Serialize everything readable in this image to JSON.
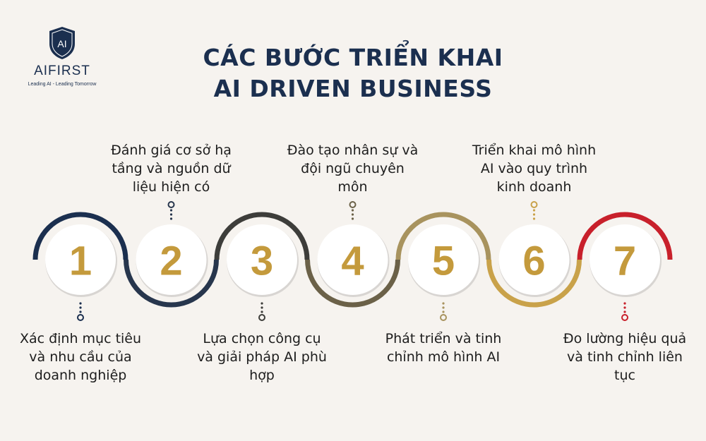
{
  "brand": {
    "name": "AIFIRST",
    "emblem_text": "AI",
    "tagline": "Leading AI - Leading Tomorrow"
  },
  "title": {
    "line1": "CÁC BƯỚC TRIỂN KHAI",
    "line2": "AI DRIVEN BUSINESS"
  },
  "colors": {
    "navy": "#1b2f4f",
    "gold": "#c49a3c",
    "red": "#c8202b",
    "background": "#f6f3ef"
  },
  "steps": [
    {
      "number": "1",
      "label": "Xác định mục tiêu và nhu cầu của doanh nghiệp",
      "label_position": "below",
      "ring_color": "#1b2f4f",
      "arc_side": "top"
    },
    {
      "number": "2",
      "label": "Đánh giá cơ sở hạ tầng và nguồn dữ liệu hiện có",
      "label_position": "above",
      "ring_color": "#27364d",
      "arc_side": "bottom"
    },
    {
      "number": "3",
      "label": "Lựa chọn công cụ và giải pháp AI phù hợp",
      "label_position": "below",
      "ring_color": "#3d3d3a",
      "arc_side": "top"
    },
    {
      "number": "4",
      "label": "Đào tạo nhân sự và đội ngũ chuyên môn",
      "label_position": "above",
      "ring_color": "#6b6148",
      "arc_side": "bottom"
    },
    {
      "number": "5",
      "label": "Phát triển và tinh chỉnh mô hình AI",
      "label_position": "below",
      "ring_color": "#a8935e",
      "arc_side": "top"
    },
    {
      "number": "6",
      "label": "Triển khai mô hình AI vào quy trình kinh doanh",
      "label_position": "above",
      "ring_color": "#c9a24a",
      "arc_side": "bottom"
    },
    {
      "number": "7",
      "label": "Đo lường hiệu quả và tinh chỉnh liên tục",
      "label_position": "below",
      "ring_color": "#c8202b",
      "arc_side": "top"
    }
  ]
}
